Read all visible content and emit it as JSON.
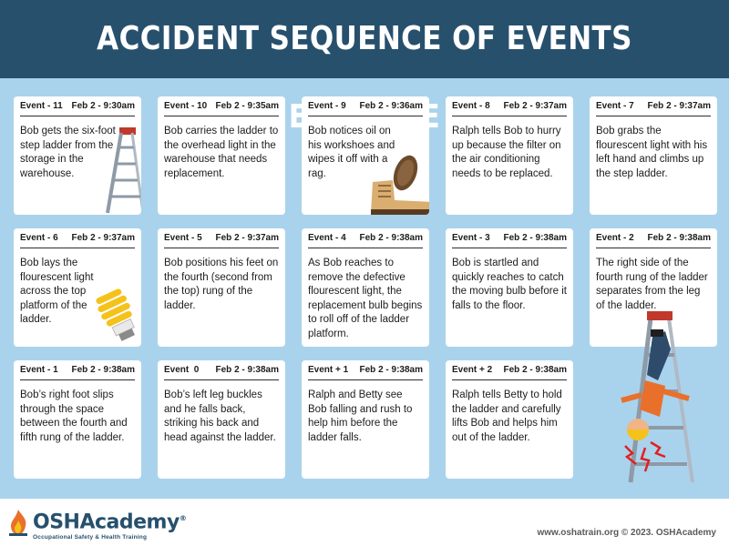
{
  "title": "ACCIDENT SEQUENCE OF EVENTS EXAMPLE",
  "events": [
    {
      "label": "Event - 11",
      "date": "Feb 2 - 9:30am",
      "text": "Bob gets the six-foot step ladder from the storage in the warehouse."
    },
    {
      "label": "Event - 10",
      "date": "Feb 2 - 9:35am",
      "text": "Bob carries the ladder to the overhead light in the warehouse that needs replacement."
    },
    {
      "label": "Event - 9",
      "date": "Feb 2 - 9:36am",
      "text": "Bob notices oil on his workshoes and wipes it off with a rag."
    },
    {
      "label": "Event - 8",
      "date": "Feb 2 - 9:37am",
      "text": "Ralph tells Bob to hurry up because the filter on the air conditioning needs to be replaced."
    },
    {
      "label": "Event - 7",
      "date": "Feb 2 - 9:37am",
      "text": "Bob grabs the flourescent light with his left hand and climbs up the step ladder."
    },
    {
      "label": "Event - 6",
      "date": "Feb 2 - 9:37am",
      "text": "Bob lays the flourescent light across the top platform of the ladder."
    },
    {
      "label": "Event - 5",
      "date": "Feb 2 - 9:37am",
      "text": "Bob positions his feet on the fourth (second from the top) rung of the ladder."
    },
    {
      "label": "Event - 4",
      "date": "Feb 2 - 9:38am",
      "text": "As Bob reaches to remove the defective flourescent light, the replacement bulb begins to roll off of the ladder platform."
    },
    {
      "label": "Event - 3",
      "date": "Feb 2 - 9:38am",
      "text": "Bob is startled and quickly reaches to catch the moving bulb before it falls to the floor."
    },
    {
      "label": "Event - 2",
      "date": "Feb 2 - 9:38am",
      "text": "The right side of the fourth rung of the ladder separates from the leg of the ladder."
    },
    {
      "label": "Event - 1",
      "date": "Feb 2 - 9:38am",
      "text": "Bob’s right foot slips through the space between the fourth and fifth rung of the ladder."
    },
    {
      "label": "Event  0",
      "date": "Feb 2 - 9:38am",
      "text": "Bob’s left leg buckles and he falls back, striking his back and head against the ladder."
    },
    {
      "label": "Event + 1",
      "date": "Feb 2 - 9:38am",
      "text": "Ralph and Betty see Bob falling and rush to help him before the ladder falls."
    },
    {
      "label": "Event + 2",
      "date": "Feb 2 - 9:38am",
      "text": "Ralph tells Betty to hold the ladder and carefully lifts Bob and helps him out of the ladder."
    }
  ],
  "logo": {
    "name": "OSHAcademy",
    "tagline": "Occupational Safety & Health Training",
    "trademark": "®"
  },
  "copyright": "www.oshatrain.org © 2023. OSHAcademy",
  "colors": {
    "header": "#27506d",
    "background": "#a9d3ec",
    "card": "#ffffff",
    "accent_orange": "#e9702a"
  }
}
